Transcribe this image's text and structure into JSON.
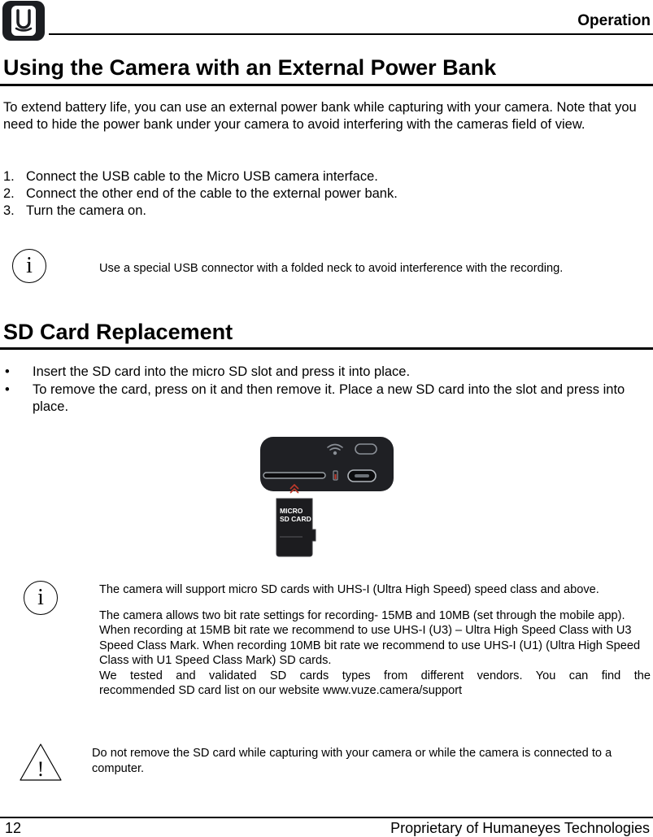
{
  "header": {
    "logo_icon": "vuze-u-logo-icon",
    "title": "Operation"
  },
  "section1": {
    "title": "Using the Camera with an External Power Bank",
    "intro": "To extend battery life, you can use an external power bank while capturing with your camera. Note that you need to hide the power bank under your camera to avoid interfering with the cameras field of view.",
    "steps": [
      {
        "num": "1.",
        "text": "Connect the USB cable to the Micro USB camera interface."
      },
      {
        "num": "2.",
        "text": "Connect the other end of the cable to the external power bank."
      },
      {
        "num": "3.",
        "text": "Turn the camera on."
      }
    ],
    "info_icon_glyph": "i",
    "info_note": "Use a special USB connector with a folded neck to avoid interference with the recording."
  },
  "section2": {
    "title": "SD Card Replacement",
    "bullets": [
      "Insert the SD card into the micro SD slot and press it into place.",
      "To remove the card, press on it and then remove it. Place a new SD card into the slot and press into place."
    ],
    "bullet_glyph": "•",
    "illustration": {
      "card_label_line1": "MICRO",
      "card_label_line2": "SD CARD",
      "icons": [
        "wifi-icon",
        "battery-icon",
        "micro-usb-port-icon",
        "power-button-icon",
        "insert-arrow-icon"
      ]
    },
    "info_icon_glyph": "i",
    "info_paragraph1": "The camera will support micro SD cards with UHS-I (Ultra High Speed) speed class and above.",
    "info_paragraph2": "The camera allows two bit rate settings for recording- 15MB and 10MB (set through the mobile app). When recording at 15MB bit rate we recommend to use UHS-I (U3) – Ultra High Speed Class with U3 Speed Class Mark. When recording 10MB bit rate we recommend to use UHS-I (U1) (Ultra High Speed Class with U1 Speed Class Mark) SD cards.",
    "info_paragraph3_line1": "We tested and validated SD cards types from different vendors. You can find the",
    "info_paragraph3_line2": "recommended SD card list on our website www.vuze.camera/support",
    "warning_icon_glyph": "!",
    "warning_text": "Do not remove the SD card while capturing with your camera or while the camera is connected to a computer."
  },
  "footer": {
    "page_number": "12",
    "owner": "Proprietary of Humaneyes Technologies"
  },
  "colors": {
    "text": "#000000",
    "logo_bg": "#1b1d21",
    "device_body": "#1f2024",
    "arrow_red": "#c0392b"
  }
}
